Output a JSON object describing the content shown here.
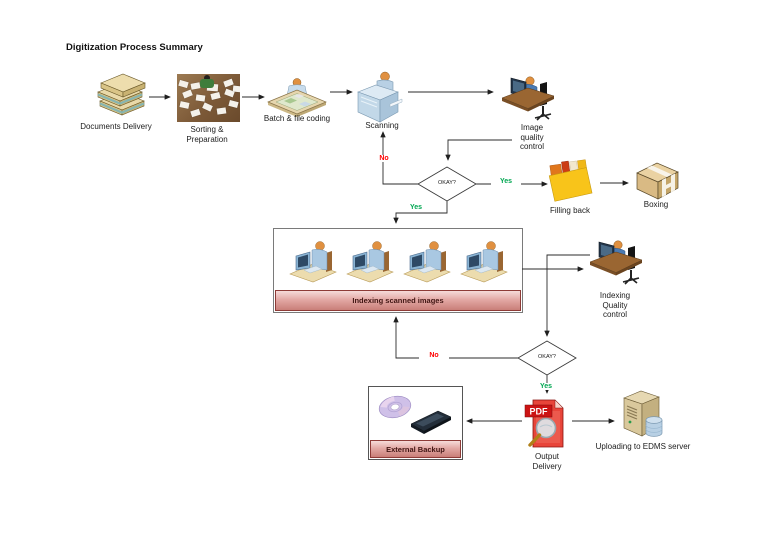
{
  "title": "Digitization Process Summary",
  "colors": {
    "yes_label": "#00a651",
    "no_label": "#ff0000",
    "banner_top": "#f6dbd9",
    "banner_bottom": "#c97f79",
    "banner_border": "#8e3b37",
    "connector": "#2b2b2b"
  },
  "nodes": {
    "documents_delivery": {
      "label": "Documents Delivery"
    },
    "sorting_preparation": {
      "line1": "Sorting &",
      "line2": "Preparation"
    },
    "batch_file_coding": {
      "label": "Batch & file coding"
    },
    "scanning": {
      "label": "Scanning"
    },
    "image_quality_control": {
      "line1": "Image",
      "line2": "quality",
      "line3": "control"
    },
    "decision1": {
      "label": "OKAY?"
    },
    "filling_back": {
      "label": "Filling back"
    },
    "boxing": {
      "label": "Boxing"
    },
    "indexing": {
      "banner": "Indexing scanned images"
    },
    "indexing_quality_control": {
      "line1": "Indexing",
      "line2": "Quality",
      "line3": "control"
    },
    "decision2": {
      "label": "OKAY?"
    },
    "external_backup": {
      "banner": "External Backup"
    },
    "output_delivery": {
      "line1": "Output",
      "line2": "Delivery",
      "badge": "PDF"
    },
    "edms_upload": {
      "label": "Uploading to EDMS server"
    }
  },
  "edges": {
    "yes": "Yes",
    "no": "No"
  }
}
